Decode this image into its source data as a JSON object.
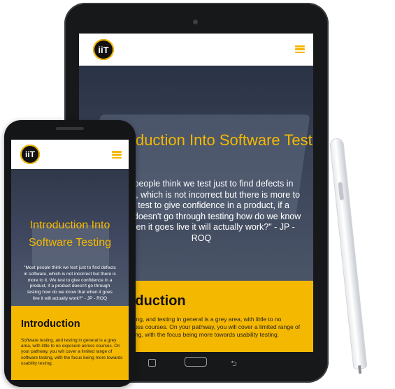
{
  "brand": {
    "logo_text": "iiT",
    "accent": "#f5b800"
  },
  "tablet": {
    "hero_title": "Introduction Into Software Testing",
    "hero_quote": "\"Most people think we test just to find defects in software, which is not incorrect but there is more to it. We test to give confidence in a product, if a product doesn't go through testing how do we know that when it goes live it will actually work?\" - JP - ROQ",
    "section_heading": "Introduction",
    "section_body": "Software testing, and testing in general is a grey area, with little to no exposure across courses. On your pathway, you will cover a limited range of software testing, with the focus being more towards usability testing."
  },
  "phone": {
    "hero_title": "Introduction Into Software Testing",
    "hero_quote": "\"Most people think we test just to find defects in software, which is not incorrect but there is more to it. We test to give confidence in a product, if a product doesn't go through testing how do we know that when it goes live it will actually work?\" - JP - ROQ",
    "section_heading": "Introduction",
    "section_body": "Software testing, and testing in general is a grey area, with little to no exposure across courses. On your pathway, you will cover a limited range of software testing, with the focus being more towards usability testing."
  },
  "icons": {
    "menu": "hamburger-menu-icon",
    "camera": "camera-icon"
  }
}
